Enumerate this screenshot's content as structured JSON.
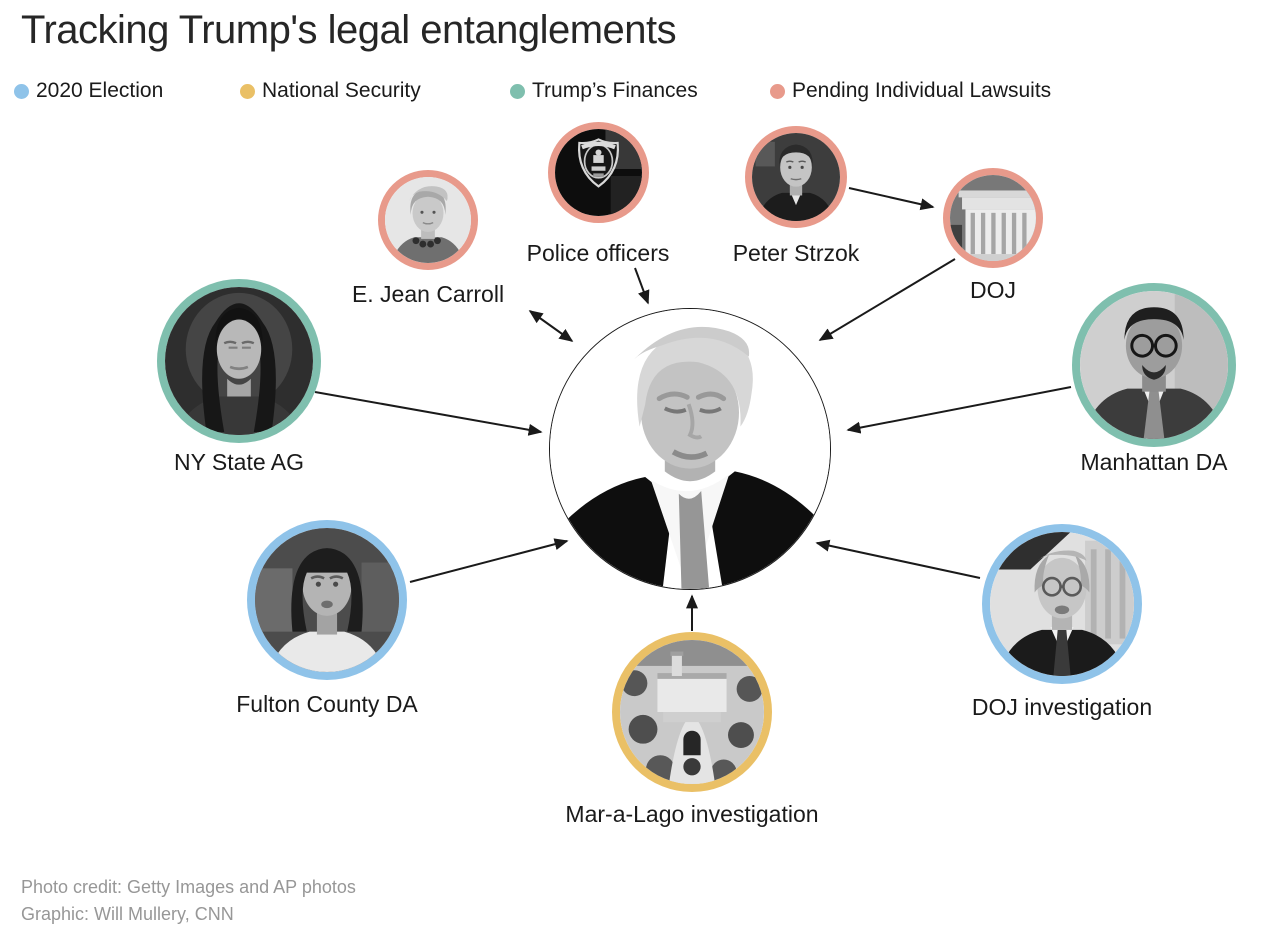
{
  "title": "Tracking Trump's legal entanglements",
  "legend": {
    "items": [
      {
        "id": "2020-election",
        "label": "2020 Election",
        "color": "#8fc3e9"
      },
      {
        "id": "national-security",
        "label": "National Security",
        "color": "#eac066"
      },
      {
        "id": "trumps-finances",
        "label": "Trump’s Finances",
        "color": "#7fbfae"
      },
      {
        "id": "pending-individual-lawsuits",
        "label": "Pending Individual Lawsuits",
        "color": "#e89a8b"
      }
    ]
  },
  "diagram": {
    "center": {
      "id": "trump",
      "subject": "Donald Trump",
      "photo": "black-and-white portrait of Donald Trump in circle with thin black outline"
    },
    "nodes": [
      {
        "id": "e-jean-carroll",
        "label": "E. Jean Carroll",
        "category": "pending-individual-lawsuits",
        "photo": "black-and-white portrait of E. Jean Carroll"
      },
      {
        "id": "police-officers",
        "label": "Police officers",
        "category": "pending-individual-lawsuits",
        "photo": "black-and-white photo of Capitol police badge"
      },
      {
        "id": "peter-strzok",
        "label": "Peter Strzok",
        "category": "pending-individual-lawsuits",
        "photo": "black-and-white portrait of Peter Strzok"
      },
      {
        "id": "doj",
        "label": "DOJ",
        "category": "pending-individual-lawsuits",
        "photo": "black-and-white photo of DOJ building"
      },
      {
        "id": "ny-state-ag",
        "label": "NY State AG",
        "category": "trumps-finances",
        "photo": "black-and-white portrait of Letitia James"
      },
      {
        "id": "manhattan-da",
        "label": "Manhattan DA",
        "category": "trumps-finances",
        "photo": "black-and-white portrait of Alvin Bragg"
      },
      {
        "id": "fulton-county-da",
        "label": "Fulton County DA",
        "category": "2020-election",
        "photo": "black-and-white portrait of Fani Willis"
      },
      {
        "id": "doj-investigation",
        "label": "DOJ investigation",
        "category": "2020-election",
        "photo": "black-and-white portrait of Merrick Garland"
      },
      {
        "id": "mar-a-lago-investigation",
        "label": "Mar-a-Lago investigation",
        "category": "national-security",
        "photo": "black-and-white aerial photo of Mar-a-Lago estate"
      }
    ],
    "edges": [
      {
        "from": "e-jean-carroll",
        "to": "trump",
        "direction": "both"
      },
      {
        "from": "police-officers",
        "to": "trump",
        "direction": "to"
      },
      {
        "from": "peter-strzok",
        "to": "doj",
        "direction": "to"
      },
      {
        "from": "doj",
        "to": "trump",
        "direction": "to"
      },
      {
        "from": "ny-state-ag",
        "to": "trump",
        "direction": "to"
      },
      {
        "from": "manhattan-da",
        "to": "trump",
        "direction": "to"
      },
      {
        "from": "fulton-county-da",
        "to": "trump",
        "direction": "to"
      },
      {
        "from": "doj-investigation",
        "to": "trump",
        "direction": "to"
      },
      {
        "from": "mar-a-lago-investigation",
        "to": "trump",
        "direction": "to"
      }
    ],
    "arrow_color": "#1a1a1a"
  },
  "footer": {
    "photo_credit": "Photo credit: Getty Images and AP photos",
    "graphic_credit": "Graphic: Will Mullery, CNN"
  }
}
